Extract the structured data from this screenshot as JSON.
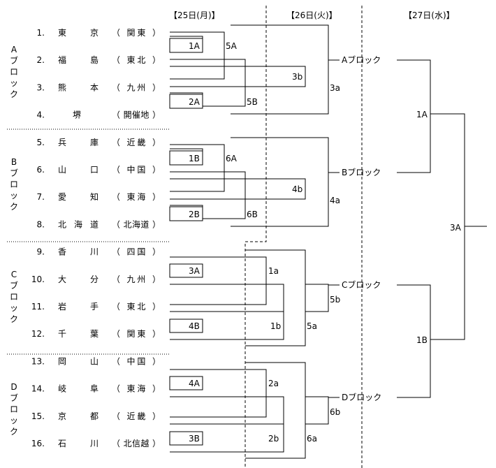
{
  "days": [
    {
      "id": "day25",
      "label": "【25日(月)】"
    },
    {
      "id": "day26",
      "label": "【26日(火)】"
    },
    {
      "id": "day27",
      "label": "【27日(水)】"
    }
  ],
  "blocks": [
    {
      "id": "A",
      "label": "Aブロック"
    },
    {
      "id": "B",
      "label": "Bブロック"
    },
    {
      "id": "C",
      "label": "Cブロック"
    },
    {
      "id": "D",
      "label": "Dブロック"
    }
  ],
  "teams": [
    {
      "num": "1.",
      "name": "東京",
      "region": "関東"
    },
    {
      "num": "2.",
      "name": "福島",
      "region": "東北"
    },
    {
      "num": "3.",
      "name": "熊本",
      "region": "九州"
    },
    {
      "num": "4.",
      "name": "堺",
      "region": "開催地"
    },
    {
      "num": "5.",
      "name": "兵庫",
      "region": "近畿"
    },
    {
      "num": "6.",
      "name": "山口",
      "region": "中国"
    },
    {
      "num": "7.",
      "name": "愛知",
      "region": "東海"
    },
    {
      "num": "8.",
      "name": "北海道",
      "region": "北海道"
    },
    {
      "num": "9.",
      "name": "香川",
      "region": "四国"
    },
    {
      "num": "10.",
      "name": "大分",
      "region": "九州"
    },
    {
      "num": "11.",
      "name": "岩手",
      "region": "東北"
    },
    {
      "num": "12.",
      "name": "千葉",
      "region": "関東"
    },
    {
      "num": "13.",
      "name": "岡山",
      "region": "中国"
    },
    {
      "num": "14.",
      "name": "岐阜",
      "region": "東海"
    },
    {
      "num": "15.",
      "name": "京都",
      "region": "近畿"
    },
    {
      "num": "16.",
      "name": "石川",
      "region": "北信越"
    }
  ],
  "game_labels": {
    "g1A": "1A",
    "g2A": "2A",
    "g5A": "5A",
    "g5B": "5B",
    "g3b": "3b",
    "g3a": "3a",
    "g1B": "1B",
    "g2B": "2B",
    "g6A": "6A",
    "g6B": "6B",
    "g4b": "4b",
    "g4a": "4a",
    "g3A": "3A",
    "g4B": "4B",
    "g1a": "1a",
    "g1b": "1b",
    "g5b": "5b",
    "g5a": "5a",
    "g4A": "4A",
    "g3B": "3B",
    "g2a": "2a",
    "g2b": "2b",
    "g6b": "6b",
    "g6a": "6a",
    "f1A": "1A",
    "f1B": "1B",
    "f3A": "3A"
  },
  "block_results": {
    "A": "Aブロック",
    "B": "Bブロック",
    "C": "Cブロック",
    "D": "Dブロック"
  }
}
